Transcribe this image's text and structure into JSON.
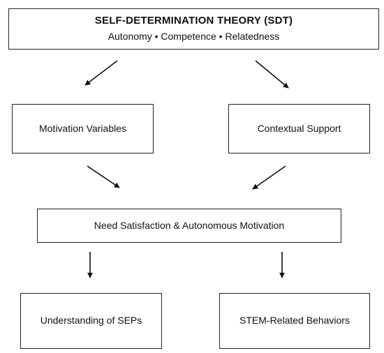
{
  "title": {
    "main": "SELF-DETERMINATION THEORY (SDT)",
    "sub": "Autonomy • Competence • Relatedness"
  },
  "level1": {
    "left": "Motivation Variables",
    "right": "Contextual Support"
  },
  "middle": "Need Satisfaction & Autonomous Motivation",
  "outcomes": {
    "left": "Understanding of SEPs",
    "right": "STEM-Related Behaviors"
  },
  "colors": {
    "stroke": "#222222",
    "background": "#ffffff"
  }
}
